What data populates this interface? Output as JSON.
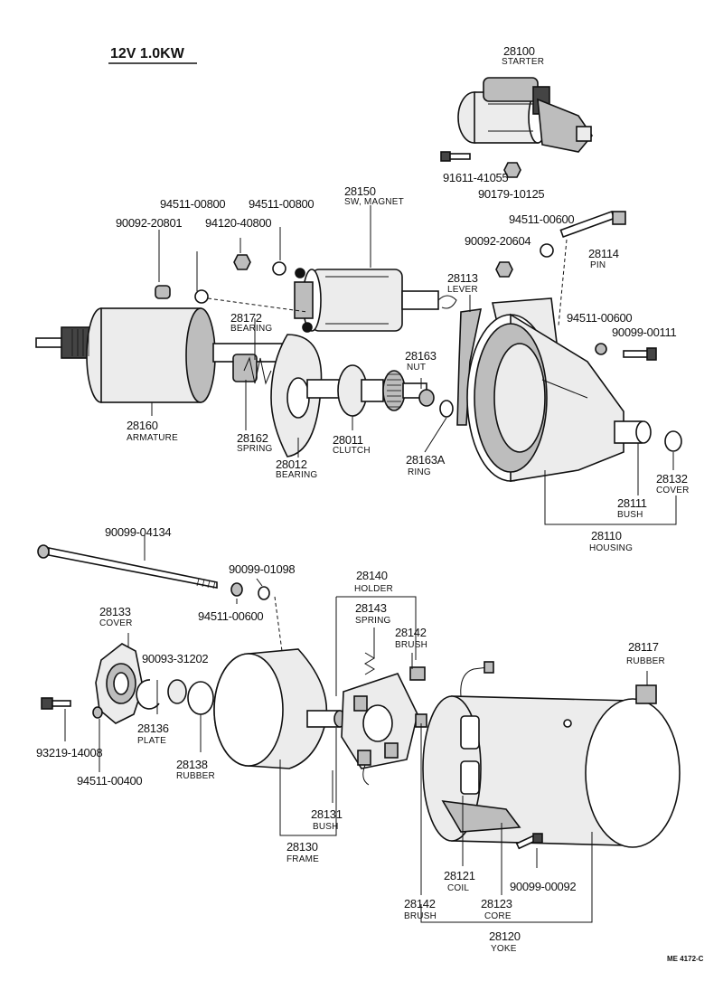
{
  "title": "12V  1.0KW",
  "reference_code": "ME 4172-C",
  "parts": [
    {
      "number": "28100",
      "name": "STARTER"
    },
    {
      "number": "91611-41055",
      "name": ""
    },
    {
      "number": "90179-10125",
      "name": ""
    },
    {
      "number": "28150",
      "name": "SW, MAGNET"
    },
    {
      "number": "94511-00800",
      "name": ""
    },
    {
      "number": "94511-00800",
      "name": ""
    },
    {
      "number": "90092-20801",
      "name": ""
    },
    {
      "number": "94120-40800",
      "name": ""
    },
    {
      "number": "94511-00600",
      "name": ""
    },
    {
      "number": "90092-20604",
      "name": ""
    },
    {
      "number": "28114",
      "name": "PIN"
    },
    {
      "number": "28113",
      "name": "LEVER"
    },
    {
      "number": "28172",
      "name": "BEARING"
    },
    {
      "number": "94511-00600",
      "name": ""
    },
    {
      "number": "90099-00111",
      "name": ""
    },
    {
      "number": "28163",
      "name": "NUT"
    },
    {
      "number": "28160",
      "name": "ARMATURE"
    },
    {
      "number": "28162",
      "name": "SPRING"
    },
    {
      "number": "28012",
      "name": "BEARING"
    },
    {
      "number": "28011",
      "name": "CLUTCH"
    },
    {
      "number": "28163A",
      "name": "RING"
    },
    {
      "number": "28132",
      "name": "COVER"
    },
    {
      "number": "28111",
      "name": "BUSH"
    },
    {
      "number": "28110",
      "name": "HOUSING"
    },
    {
      "number": "90099-04134",
      "name": ""
    },
    {
      "number": "90099-01098",
      "name": ""
    },
    {
      "number": "94511-00600",
      "name": ""
    },
    {
      "number": "28140",
      "name": "HOLDER"
    },
    {
      "number": "28143",
      "name": "SPRING"
    },
    {
      "number": "28142",
      "name": "BRUSH"
    },
    {
      "number": "28133",
      "name": "COVER"
    },
    {
      "number": "90093-31202",
      "name": ""
    },
    {
      "number": "28117",
      "name": "RUBBER"
    },
    {
      "number": "93219-14008",
      "name": ""
    },
    {
      "number": "28136",
      "name": "PLATE"
    },
    {
      "number": "28138",
      "name": "RUBBER"
    },
    {
      "number": "94511-00400",
      "name": ""
    },
    {
      "number": "28131",
      "name": "BUSH"
    },
    {
      "number": "28130",
      "name": "FRAME"
    },
    {
      "number": "28121",
      "name": "COIL"
    },
    {
      "number": "90099-00092",
      "name": ""
    },
    {
      "number": "28142",
      "name": "BRUSH"
    },
    {
      "number": "28123",
      "name": "CORE"
    },
    {
      "number": "28120",
      "name": "YOKE"
    }
  ]
}
